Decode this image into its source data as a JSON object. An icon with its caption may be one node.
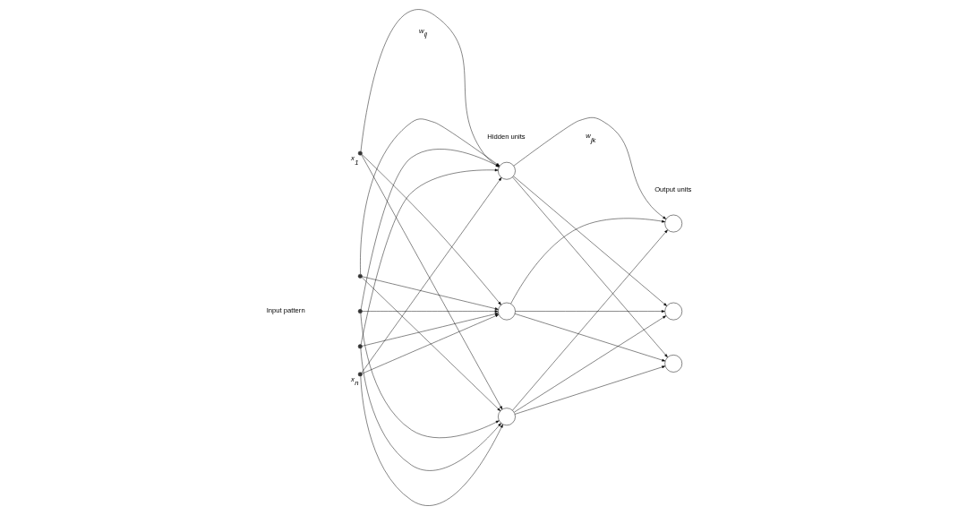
{
  "diagram": {
    "nodes": [
      {
        "text": [],
        "shape": "dot",
        "beside": [
          "*x*$_{1}$"
        ]
      },
      {
        "text": [],
        "shape": "dot"
      },
      {
        "text": [],
        "shape": "dot"
      },
      {
        "text": [],
        "shape": "dot"
      },
      {
        "text": [],
        "shape": "dot",
        "beside": [
          "*x*$_{n}$"
        ]
      },
      {
        "text": [],
        "shape": "circle"
      },
      {
        "text": [],
        "shape": "circle"
      },
      {
        "text": [],
        "shape": "circle"
      },
      {
        "text": [],
        "shape": "circle"
      },
      {
        "text": [],
        "shape": "circle"
      },
      {
        "text": [],
        "shape": "circle"
      }
    ],
    "edges": [
      {
        "from": 0,
        "to": 5,
        "arrow": "to"
      },
      {
        "from": 0,
        "to": 6,
        "arrow": "to"
      },
      {
        "from": 0,
        "to": 7,
        "arrow": "to"
      },
      {
        "from": 1,
        "to": 5,
        "arrow": "to"
      },
      {
        "from": 1,
        "to": 6,
        "arrow": "to"
      },
      {
        "from": 1,
        "to": 7,
        "arrow": "to"
      },
      {
        "from": 2,
        "to": 5,
        "arrow": "to"
      },
      {
        "from": 2,
        "to": 6,
        "arrow": "to"
      },
      {
        "from": 2,
        "to": 7,
        "arrow": "to"
      },
      {
        "from": 3,
        "to": 5,
        "arrow": "to"
      },
      {
        "from": 3,
        "to": 6,
        "arrow": "to"
      },
      {
        "from": 3,
        "to": 7,
        "arrow": "to"
      },
      {
        "from": 4,
        "to": 5,
        "arrow": "to"
      },
      {
        "from": 4,
        "to": 6,
        "arrow": "to"
      },
      {
        "from": 4,
        "to": 7,
        "arrow": "to"
      },
      {
        "from": 5,
        "to": 8,
        "arrow": "to"
      },
      {
        "from": 5,
        "to": 9,
        "arrow": "to"
      },
      {
        "from": 5,
        "to": 10,
        "arrow": "to"
      },
      {
        "from": 6,
        "to": 8,
        "arrow": "to"
      },
      {
        "from": 6,
        "to": 9,
        "arrow": "to"
      },
      {
        "from": 6,
        "to": 10,
        "arrow": "to"
      },
      {
        "from": 7,
        "to": 8,
        "arrow": "to"
      },
      {
        "from": 7,
        "to": 9,
        "arrow": "to"
      },
      {
        "from": 7,
        "to": 10,
        "arrow": "to"
      }
    ],
    "labels": [
      "Hidden units",
      "Output units",
      "*w*$_{ij}$",
      "*w*$_{jk}$",
      "Input pattern"
    ]
  }
}
